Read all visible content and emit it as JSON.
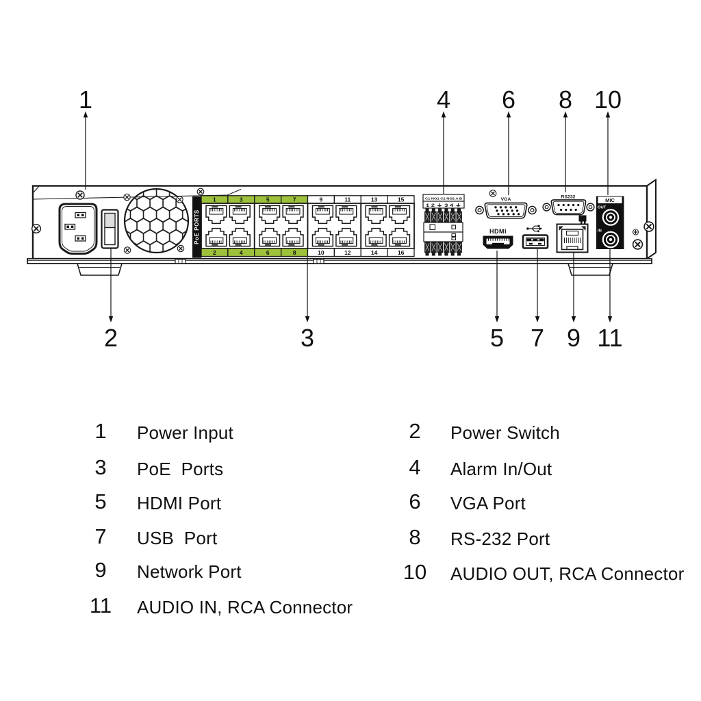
{
  "colors": {
    "poe_green": "#9ec13b",
    "line": "#1a1a1a"
  },
  "panel": {
    "poe_strip": "PoE PORTS",
    "poe_top": [
      "1",
      "3",
      "5",
      "7",
      "9",
      "11",
      "13",
      "15"
    ],
    "poe_bottom": [
      "2",
      "4",
      "6",
      "8",
      "10",
      "12",
      "14",
      "16"
    ],
    "alarm_row1": "C1 NO1 C2 NO2 A B",
    "alarm_row2": "1  2  ⏚  3  4  ⏚",
    "vga": "VGA",
    "rs232": "RS232",
    "hdmi": "HDMI",
    "mic": "MIC",
    "out": "OUT",
    "in": "IN"
  },
  "callouts": {
    "top": [
      "1",
      "4",
      "6",
      "8",
      "10"
    ],
    "bottom": [
      "2",
      "3",
      "5",
      "7",
      "9",
      "11"
    ]
  },
  "legend": {
    "left": [
      {
        "num": "1",
        "label": "Power Input"
      },
      {
        "num": "3",
        "label": "PoE  Ports"
      },
      {
        "num": "5",
        "label": "HDMI Port"
      },
      {
        "num": "7",
        "label": "USB  Port"
      },
      {
        "num": "9",
        "label": "Network Port"
      },
      {
        "num": "11",
        "label": "AUDIO IN, RCA Connector"
      }
    ],
    "right": [
      {
        "num": "2",
        "label": "Power Switch"
      },
      {
        "num": "4",
        "label": "Alarm In/Out"
      },
      {
        "num": "6",
        "label": "VGA Port"
      },
      {
        "num": "8",
        "label": "RS-232 Port"
      },
      {
        "num": "10",
        "label": "AUDIO OUT, RCA Connector"
      }
    ]
  }
}
